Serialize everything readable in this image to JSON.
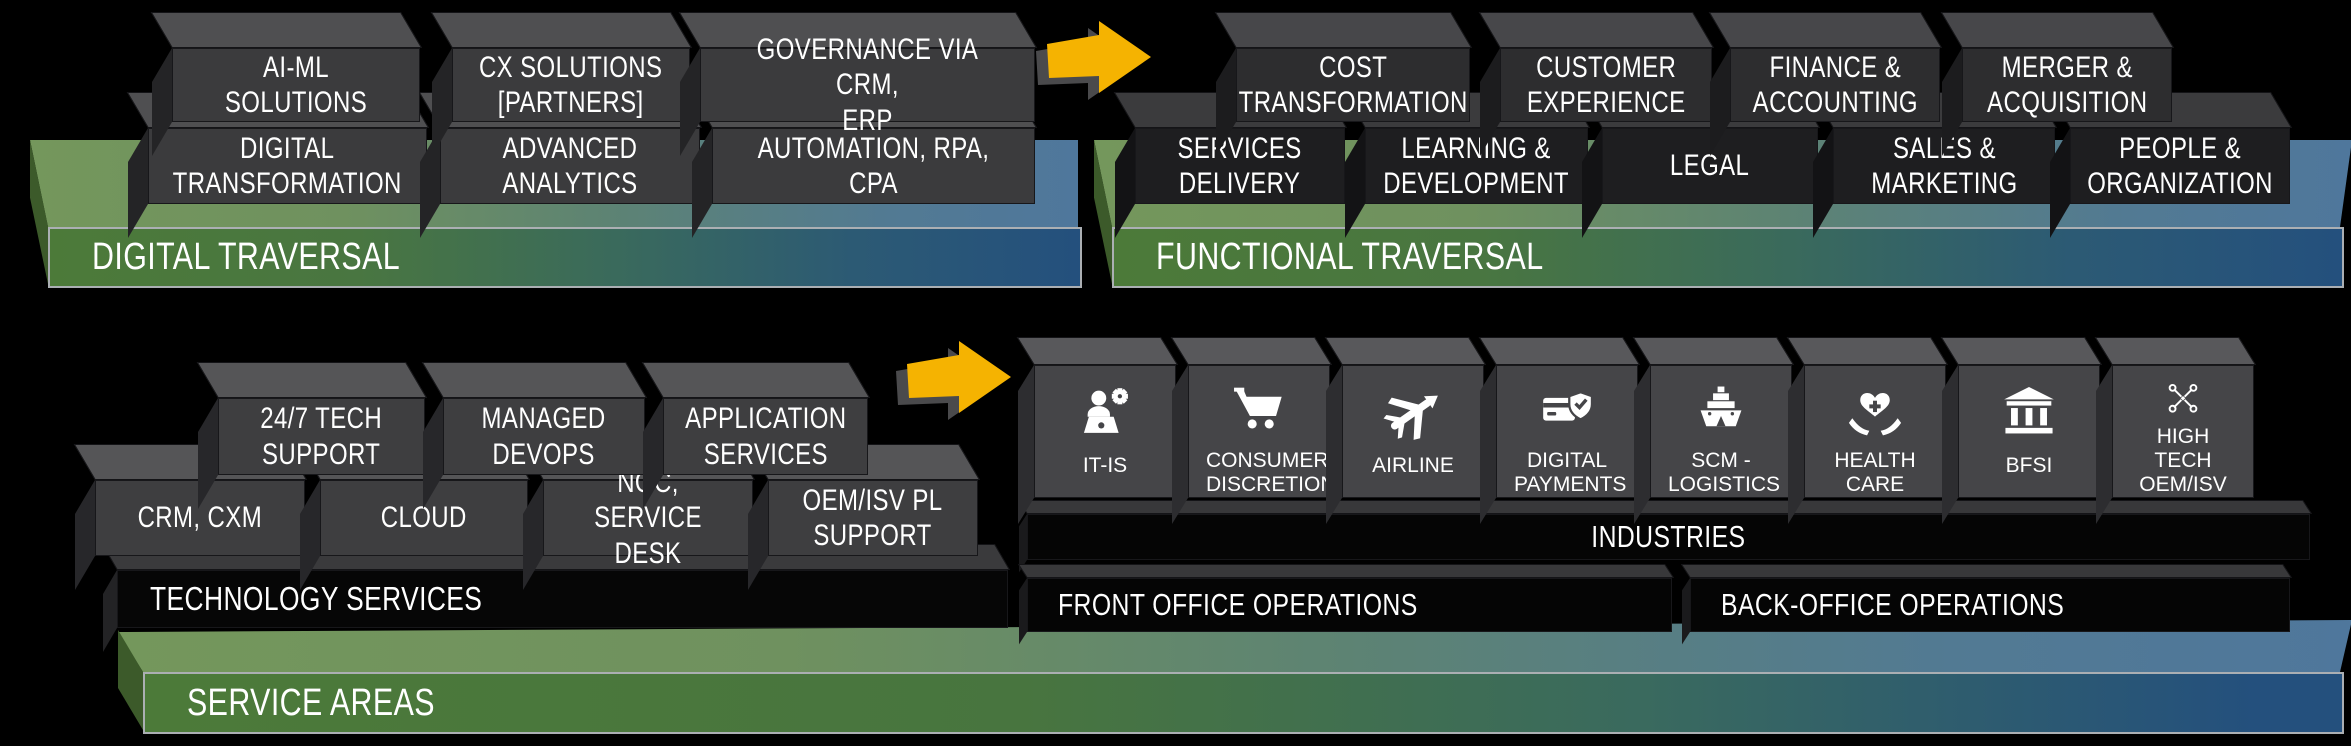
{
  "colors": {
    "arrow_yellow": "#F5B301",
    "platform_green": "#4C7A39",
    "platform_blue": "#24507D",
    "block_gray": "#3B3B3D",
    "bar_black": "#050505"
  },
  "digital_traversal": {
    "platform_label": "DIGITAL TRAVERSAL",
    "back_row": [
      "AI-ML SOLUTIONS",
      "CX SOLUTIONS\n[PARTNERS]",
      "GOVERNANCE VIA CRM,\nERP"
    ],
    "front_row": [
      "DIGITAL\nTRANSFORMATION",
      "ADVANCED ANALYTICS",
      "AUTOMATION, RPA, CPA"
    ]
  },
  "functional_traversal": {
    "platform_label": "FUNCTIONAL TRAVERSAL",
    "back_row": [
      "COST\nTRANSFORMATION",
      "CUSTOMER\nEXPERIENCE",
      "FINANCE &\nACCOUNTING",
      "MERGER &\nACQUISITION"
    ],
    "front_row": [
      "SERVICES\nDELIVERY",
      "LEARNING &\nDEVELOPMENT",
      "LEGAL",
      "SALES &\nMARKETING",
      "PEOPLE &\nORGANIZATION"
    ]
  },
  "service_areas": {
    "platform_label": "SERVICE AREAS",
    "technology_services": {
      "label": "TECHNOLOGY SERVICES",
      "back_row": [
        "24/7 TECH\nSUPPORT",
        "MANAGED\nDEVOPS",
        "APPLICATION\nSERVICES"
      ],
      "front_row": [
        "CRM, CXM",
        "CLOUD",
        "NOC, SERVICE\nDESK",
        "OEM/ISV PL\nSUPPORT"
      ]
    },
    "industries": {
      "label": "INDUSTRIES",
      "tiles": [
        {
          "label": "IT-IS",
          "icon": "person-laptop-gear-icon"
        },
        {
          "label": "CONSUMER\nDISCRETION",
          "icon": "shopping-cart-icon"
        },
        {
          "label": "AIRLINE",
          "icon": "airplane-icon"
        },
        {
          "label": "DIGITAL\nPAYMENTS",
          "icon": "card-shield-check-icon"
        },
        {
          "label": "SCM -\nLOGISTICS",
          "icon": "cargo-ship-icon"
        },
        {
          "label": "HEALTH\nCARE",
          "icon": "hands-heart-icon"
        },
        {
          "label": "BFSI",
          "icon": "bank-icon"
        },
        {
          "label": "HIGH TECH\nOEM/ISV",
          "icon": "drone-icon"
        }
      ]
    },
    "front_office_label": "FRONT OFFICE OPERATIONS",
    "back_office_label": "BACK-OFFICE OPERATIONS"
  }
}
